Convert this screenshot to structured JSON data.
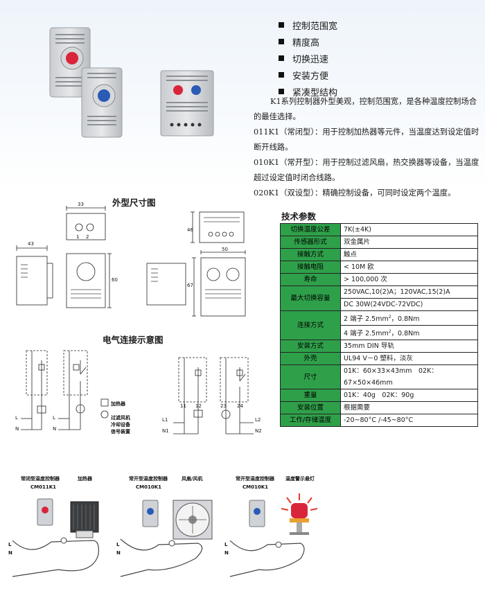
{
  "features": [
    "控制范围宽",
    "精度高",
    "切换迅速",
    "安装方便",
    "紧凑型结构"
  ],
  "description": {
    "intro": "K1系列控制器外型美观，控制范围宽，是各种温度控制场合的最佳选择。",
    "p011": "011K1（常闭型）：用于控制加热器等元件，当温度达到设定值时断开线路。",
    "p010": "010K1（常开型）：用于控制过滤风扇，热交换器等设备，当温度超过设定值时闭合线路。",
    "p020": "020K1（双设型）：精确控制设备，可同时设定两个温度。"
  },
  "headings": {
    "dimensions": "外型尺寸图",
    "wiring": "电气连接示意图",
    "specs": "技术参数"
  },
  "dimensions": {
    "w33": "33",
    "w43": "43",
    "h60": "60",
    "h46": "46",
    "w50": "50",
    "h67": "67",
    "t1": "1",
    "t2": "2"
  },
  "specs": [
    {
      "key": "切换温度公差",
      "value": "7K(±4K)"
    },
    {
      "key": "传感器形式",
      "value": "双金属片"
    },
    {
      "key": "接触方式",
      "value": "触点"
    },
    {
      "key": "接触电阻",
      "value": "< 10M 欧"
    },
    {
      "key": "寿命",
      "value": "> 100,000 次"
    },
    {
      "key": "最大切换容量",
      "value": "250VAC,10(2)A；120VAC,15(2)A",
      "value2": "DC 30W(24VDC-72VDC)"
    },
    {
      "key": "连接方式",
      "value": "2 端子 2.5mm",
      "sup": "2",
      "tail": "，0.8Nm",
      "value2": "4 端子 2.5mm",
      "sup2": "2",
      "tail2": "，0.8Nm"
    },
    {
      "key": "安装方式",
      "value": "35mm DIN 导轨"
    },
    {
      "key": "外壳",
      "value": "UL94 V－0 塑料，淡灰"
    },
    {
      "key": "尺寸",
      "value": "01K：60×33×43mm　02K：67×50×46mm"
    },
    {
      "key": "重量",
      "value": "01K：40g　02K：90g"
    },
    {
      "key": "安装位置",
      "value": "根据需要"
    },
    {
      "key": "工作/存储温度",
      "value": "-20~80°C /-45~80°C"
    }
  ],
  "wiring": {
    "L": "L",
    "N": "N",
    "L1": "L1",
    "N1": "N1",
    "L2": "L2",
    "N2": "N2",
    "t11": "11",
    "t12": "12",
    "t23": "23",
    "t24": "24",
    "legend_heater": "加热器",
    "legend_fan1": "过滤风机",
    "legend_fan2": "冷却设备",
    "legend_fan3": "信号装置"
  },
  "applications": [
    {
      "title": "常闭型温度控制器",
      "model": "CM011K1",
      "device": "加热器"
    },
    {
      "title": "常开型温度控制器",
      "model": "CM010K1",
      "device": "风扇/风机"
    },
    {
      "title": "常开型温度控制器",
      "model": "CM010K1",
      "device": "温度警示悬灯"
    }
  ],
  "colors": {
    "table_key_bg": "#2fa04a",
    "red_dial": "#d9253a",
    "blue_dial": "#2a5bb5"
  }
}
